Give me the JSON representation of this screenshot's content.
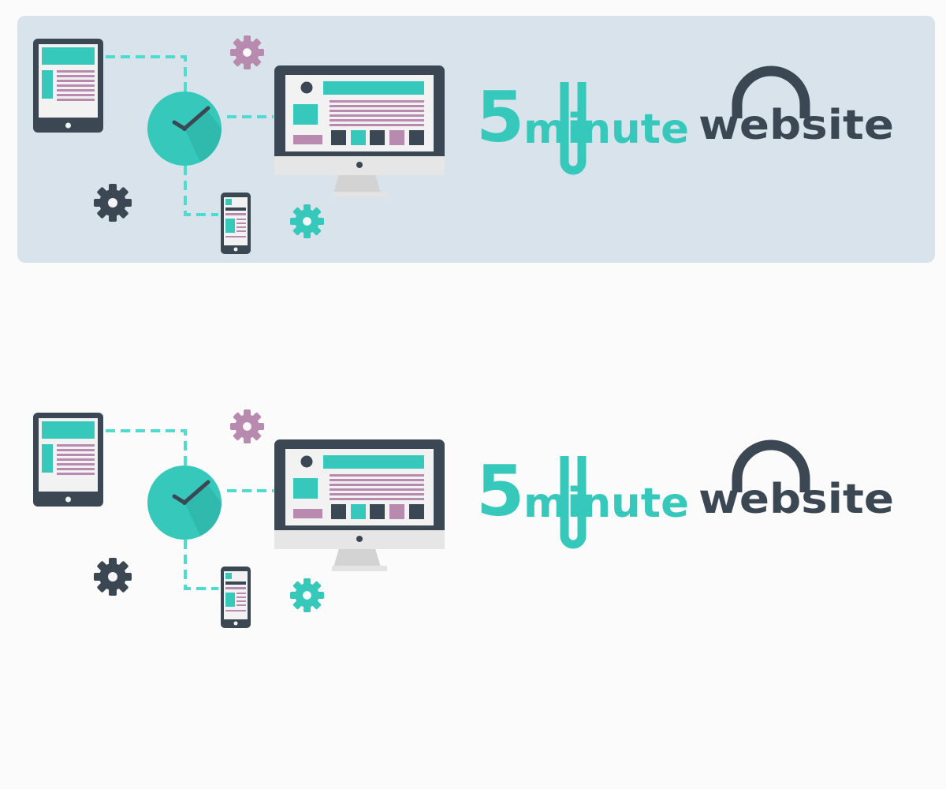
{
  "logo": {
    "five": "5",
    "minute": "minute",
    "website": "website",
    "colors": {
      "teal": "#36c9bb",
      "dark": "#3c4754",
      "mauve": "#b98ab0"
    }
  },
  "variants": [
    {
      "name": "logo-on-light-blue-background",
      "background": "#d9e3eb"
    },
    {
      "name": "logo-on-white-background",
      "background": "#fbfbfb"
    }
  ],
  "icons": [
    "tablet-icon",
    "clock-icon",
    "monitor-icon",
    "smartphone-icon",
    "gear-icon"
  ]
}
